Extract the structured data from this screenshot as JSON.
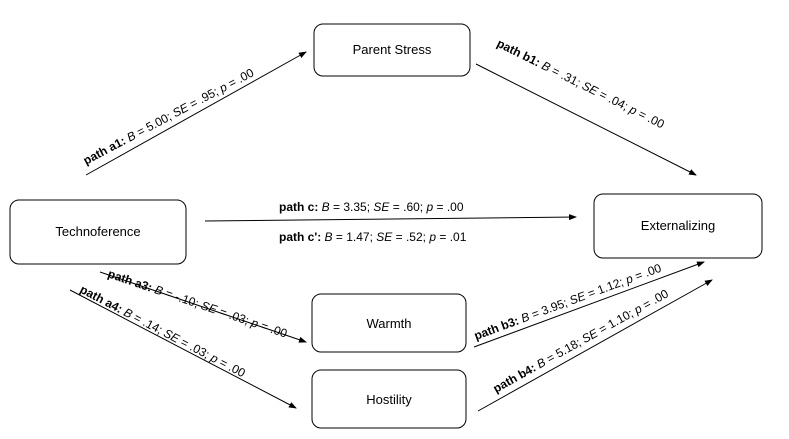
{
  "nodes": {
    "parent_stress": "Parent Stress",
    "technoference": "Technoference",
    "externalizing": "Externalizing",
    "warmth": "Warmth",
    "hostility": "Hostility"
  },
  "paths": {
    "a1": {
      "name": "path a1:",
      "B": "5.00",
      "SE": ".95",
      "p": ".00"
    },
    "b1": {
      "name": "path b1:",
      "B": ".31",
      "SE": ".04",
      "p": ".00"
    },
    "c": {
      "name": "path c:",
      "B": "3.35",
      "SE": ".60",
      "p": ".00"
    },
    "c_prime": {
      "name": "path c':",
      "B": "1.47",
      "SE": ".52",
      "p": ".01"
    },
    "a3": {
      "name": "path a3:",
      "B": "-.10",
      "SE": ".03",
      "p": ".00"
    },
    "a4": {
      "name": "path a4:",
      "B": ".14",
      "SE": ".03",
      "p": ".00"
    },
    "b3": {
      "name": "path b3:",
      "B": "3.95",
      "SE": "1.12",
      "p": ".00"
    },
    "b4": {
      "name": "path b4:",
      "B": "5.18",
      "SE": "1.10",
      "p": ".00"
    }
  },
  "stat_labels": {
    "B": "B",
    "SE": "SE",
    "p": "p",
    "eq": " = ",
    "sep": "; "
  }
}
